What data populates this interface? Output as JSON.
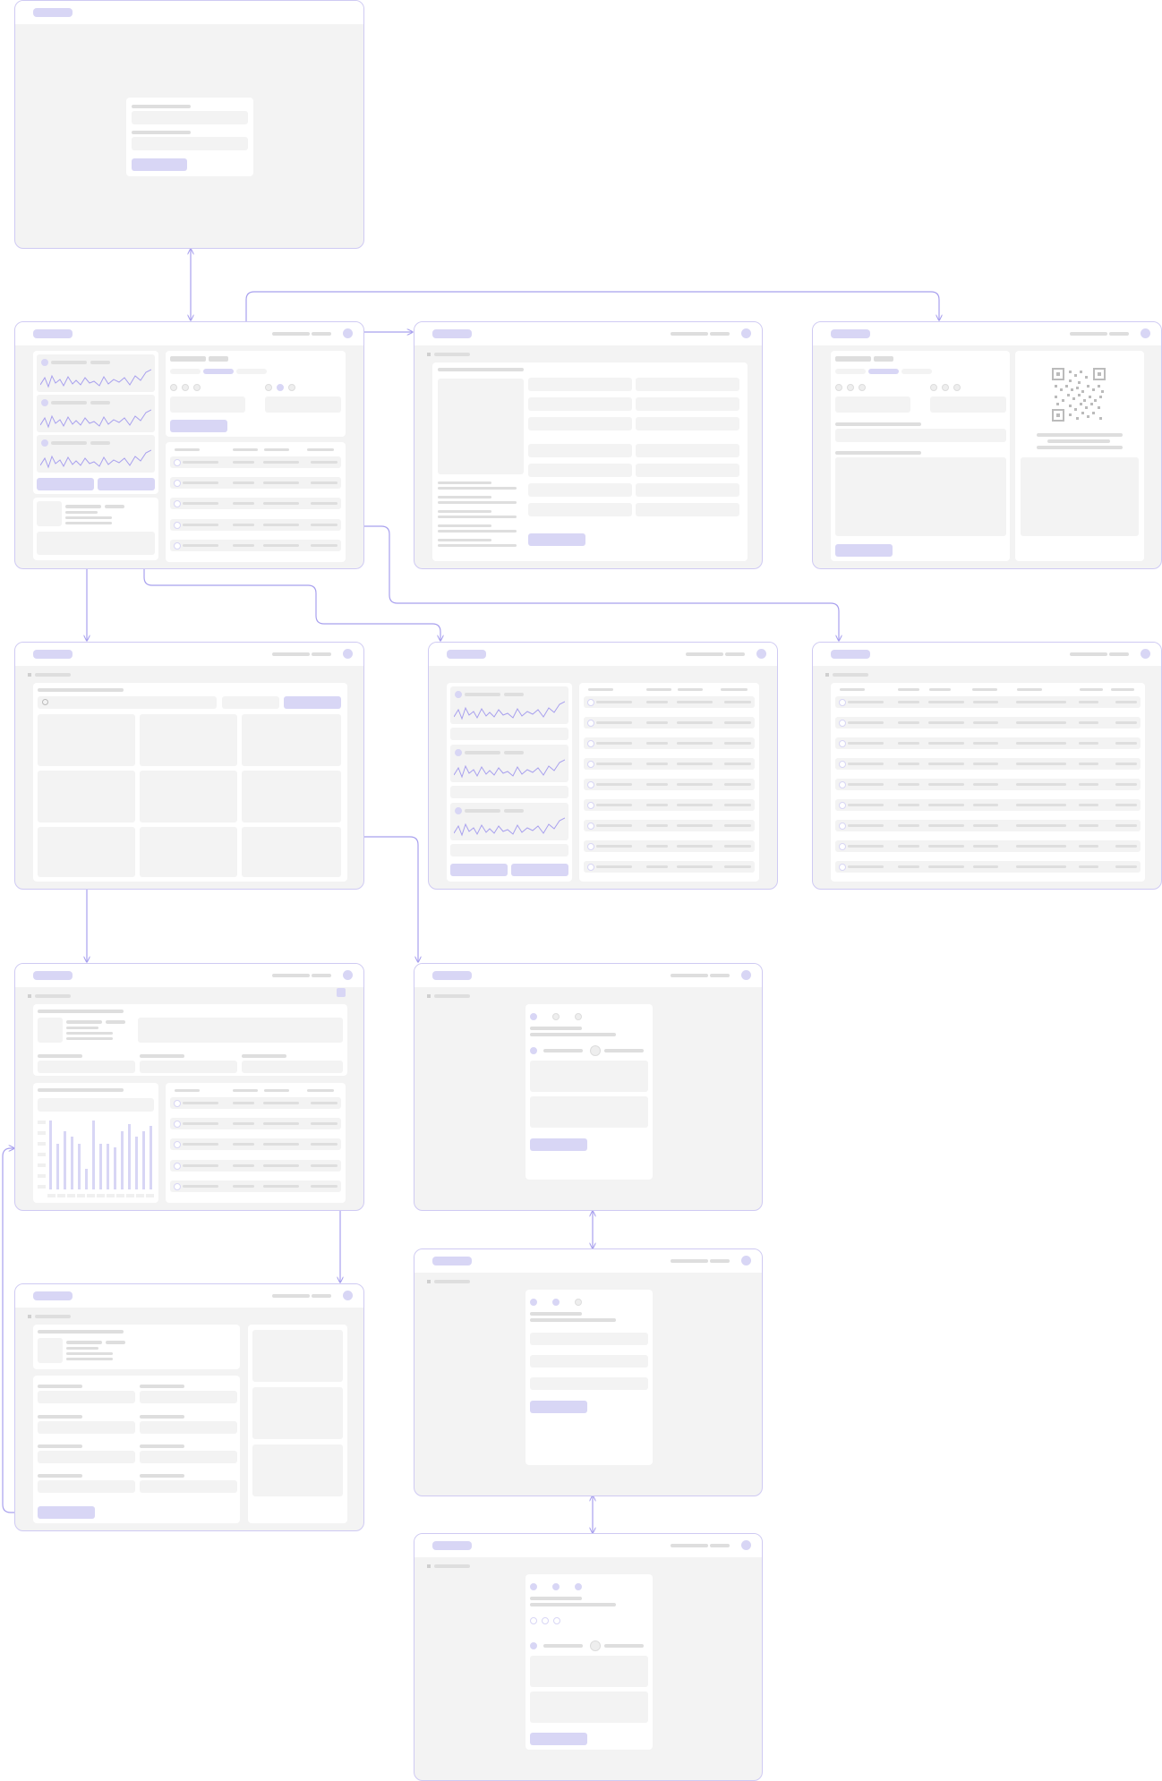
{
  "diagram": {
    "type": "user-flow / wireframe sitemap",
    "accent_color": "#d8d6f5",
    "line_color": "#a8a0ee",
    "screens": [
      {
        "id": "login"
      },
      {
        "id": "dashboard"
      },
      {
        "id": "detail-form"
      },
      {
        "id": "account-qr"
      },
      {
        "id": "gallery-grid"
      },
      {
        "id": "analytics-list"
      },
      {
        "id": "full-table"
      },
      {
        "id": "profile-report"
      },
      {
        "id": "wizard-step-1"
      },
      {
        "id": "profile-edit"
      },
      {
        "id": "wizard-step-2"
      },
      {
        "id": "wizard-step-3"
      }
    ],
    "connections": [
      {
        "from": "login",
        "to": "dashboard",
        "bidirectional": true
      },
      {
        "from": "dashboard",
        "to": "detail-form"
      },
      {
        "from": "dashboard",
        "to": "account-qr"
      },
      {
        "from": "dashboard",
        "to": "gallery-grid"
      },
      {
        "from": "dashboard",
        "to": "analytics-list"
      },
      {
        "from": "dashboard",
        "to": "full-table"
      },
      {
        "from": "gallery-grid",
        "to": "profile-report"
      },
      {
        "from": "gallery-grid",
        "to": "wizard-step-1"
      },
      {
        "from": "profile-report",
        "to": "profile-edit",
        "bidirectional": true
      },
      {
        "from": "wizard-step-1",
        "to": "wizard-step-2",
        "bidirectional": true
      },
      {
        "from": "wizard-step-2",
        "to": "wizard-step-3",
        "bidirectional": true
      }
    ]
  }
}
